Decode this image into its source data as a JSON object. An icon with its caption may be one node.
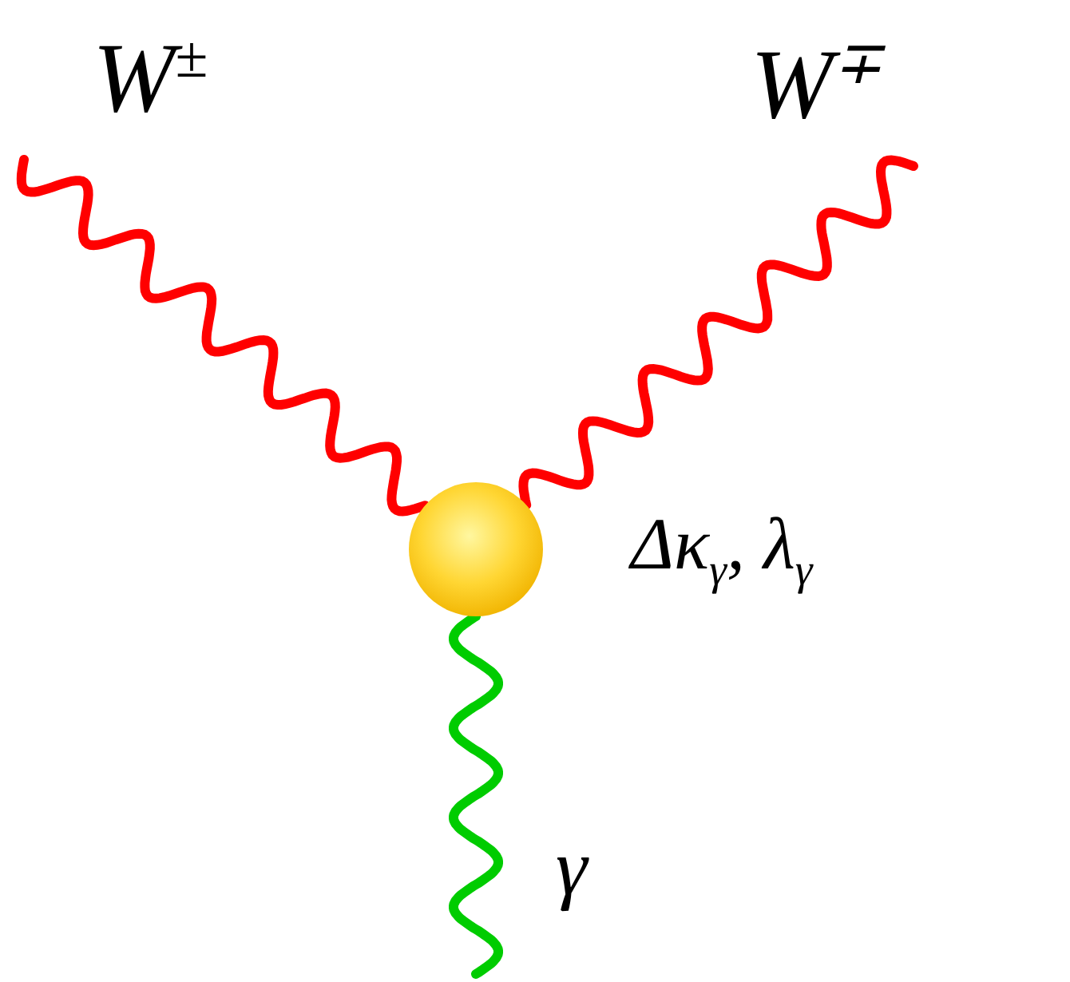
{
  "diagram": {
    "nodes": [
      {
        "text": [
          "W$^{±}$"
        ]
      },
      {
        "text": [
          "W$^{∓}$"
        ]
      },
      {
        "text": [],
        "shape": "circle",
        "beside": [
          "Δκ$_{γ}$, λ$_{γ}$"
        ]
      },
      {
        "text": [
          "γ"
        ]
      }
    ],
    "edges": [
      {
        "from": 0,
        "to": 2,
        "arrow": "none",
        "color": "#ff0000"
      },
      {
        "from": 1,
        "to": 2,
        "arrow": "none",
        "color": "#ff0000"
      },
      {
        "from": 3,
        "to": 2,
        "arrow": "none",
        "color": "#00cc00"
      }
    ]
  }
}
